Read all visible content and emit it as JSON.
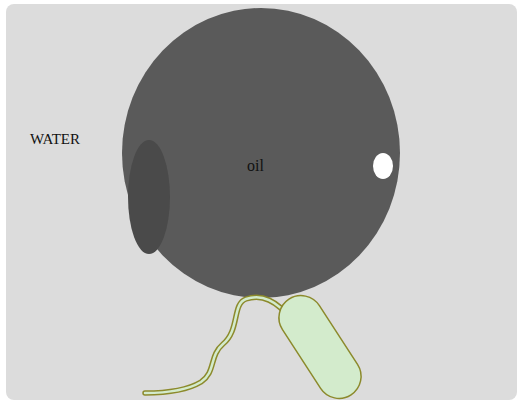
{
  "diagram": {
    "nodes": [
      {
        "text": [
          "WATER"
        ]
      },
      {
        "text": [
          "oil"
        ],
        "in": 0
      }
    ]
  }
}
